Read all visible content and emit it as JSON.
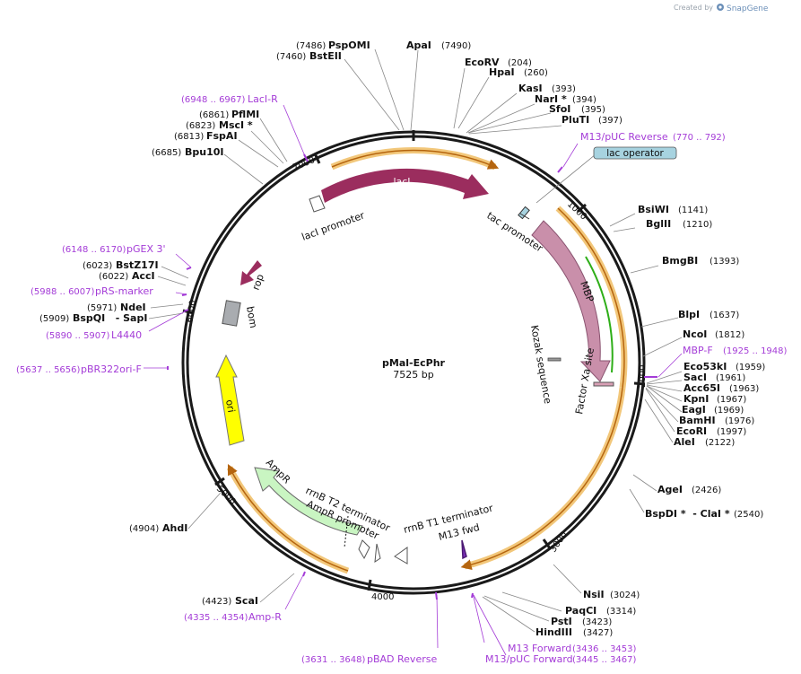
{
  "watermark": {
    "prefix": "Created by",
    "brand": "SnapGene"
  },
  "plasmid": {
    "name": "pMal-EcPhr",
    "length_label": "7525 bp",
    "length": 7525
  },
  "ticks": [
    "1000",
    "2000",
    "3000",
    "4000",
    "5000",
    "6000",
    "7000"
  ],
  "sites": [
    {
      "name": "PspOMI",
      "pos": "(7486)"
    },
    {
      "name": "BstEII",
      "pos": "(7460)"
    },
    {
      "name": "ApaI",
      "pos": "(7490)"
    },
    {
      "name": "EcoRV",
      "pos": "(204)"
    },
    {
      "name": "HpaI",
      "pos": "(260)"
    },
    {
      "name": "KasI",
      "pos": "(393)"
    },
    {
      "name": "NarI *",
      "pos": "(394)"
    },
    {
      "name": "SfoI",
      "pos": "(395)"
    },
    {
      "name": "PluTI",
      "pos": "(397)"
    },
    {
      "name": "PflMI",
      "pos": "(6861)"
    },
    {
      "name": "MscI *",
      "pos": "(6823)"
    },
    {
      "name": "FspAI",
      "pos": "(6813)"
    },
    {
      "name": "Bpu10I",
      "pos": "(6685)"
    },
    {
      "name": "BsiWI",
      "pos": "(1141)"
    },
    {
      "name": "BglII",
      "pos": "(1210)"
    },
    {
      "name": "BmgBI",
      "pos": "(1393)"
    },
    {
      "name": "BlpI",
      "pos": "(1637)"
    },
    {
      "name": "NcoI",
      "pos": "(1812)"
    },
    {
      "name": "Eco53kI",
      "pos": "(1959)"
    },
    {
      "name": "SacI",
      "pos": "(1961)"
    },
    {
      "name": "Acc65I",
      "pos": "(1963)"
    },
    {
      "name": "KpnI",
      "pos": "(1967)"
    },
    {
      "name": "EagI",
      "pos": "(1969)"
    },
    {
      "name": "BamHI",
      "pos": "(1976)"
    },
    {
      "name": "EcoRI",
      "pos": "(1997)"
    },
    {
      "name": "AleI",
      "pos": "(2122)"
    },
    {
      "name": "AgeI",
      "pos": "(2426)"
    },
    {
      "name": "BspDI *  - ClaI *",
      "pos": "(2540)"
    },
    {
      "name": "BstZ17I",
      "pos": "(6023)"
    },
    {
      "name": "AccI",
      "pos": "(6022)"
    },
    {
      "name": "NdeI",
      "pos": "(5971)"
    },
    {
      "name": "BspQI   - SapI",
      "pos": "(5909)"
    },
    {
      "name": "AhdI",
      "pos": "(4904)"
    },
    {
      "name": "ScaI",
      "pos": "(4423)"
    },
    {
      "name": "NsiI",
      "pos": "(3024)"
    },
    {
      "name": "PaqCI",
      "pos": "(3314)"
    },
    {
      "name": "PstI",
      "pos": "(3423)"
    },
    {
      "name": "HindIII",
      "pos": "(3427)"
    }
  ],
  "primers": [
    {
      "name": "LacI-R",
      "pos": "(6948 .. 6967)"
    },
    {
      "name": "M13/pUC Reverse",
      "pos": "(770 .. 792)"
    },
    {
      "name": "MBP-F",
      "pos": "(1925 .. 1948)"
    },
    {
      "name": "pGEX 3'",
      "pos": "(6148 .. 6170)"
    },
    {
      "name": "pRS-marker",
      "pos": "(5988 .. 6007)"
    },
    {
      "name": "L4440",
      "pos": "(5890 .. 5907)"
    },
    {
      "name": "pBR322ori-F",
      "pos": "(5637 .. 5656)"
    },
    {
      "name": "Amp-R",
      "pos": "(4335 .. 4354)"
    },
    {
      "name": "pBAD Reverse",
      "pos": "(3631 .. 3648)"
    },
    {
      "name": "M13 Forward",
      "pos": "(3436 .. 3453)"
    },
    {
      "name": "M13/pUC Forward",
      "pos": "(3445 .. 3467)"
    }
  ],
  "features": {
    "lacI": "lacI",
    "lacI_promoter": "lacI promoter",
    "tac_promoter": "tac promoter",
    "lac_operator": "lac operator",
    "MBP": "MBP",
    "factor_xa": "Factor Xa site",
    "kozak": "Kozak sequence",
    "rop": "rop",
    "bom": "bom",
    "ori": "ori",
    "AmpR": "AmpR",
    "AmpR_promoter": "AmpR promoter",
    "rrnB_T2": "rrnB T2 terminator",
    "rrnB_T1": "rrnB T1 terminator",
    "M13_fwd": "M13 fwd"
  },
  "colors": {
    "backbone": "#1a1a1a",
    "orf_highlight": "#f2c77a",
    "orf_line": "#b5650f",
    "lacI": "#9b2d5e",
    "MBP": "#c98faa",
    "ori": "#ffff00",
    "AmpR": "#c9f5c2",
    "bom": "#a9acb0",
    "rop": "#9b2d5e",
    "primer": "#a43cd7",
    "operator_box": "#a7d3e0",
    "green_line": "#2eae18"
  }
}
